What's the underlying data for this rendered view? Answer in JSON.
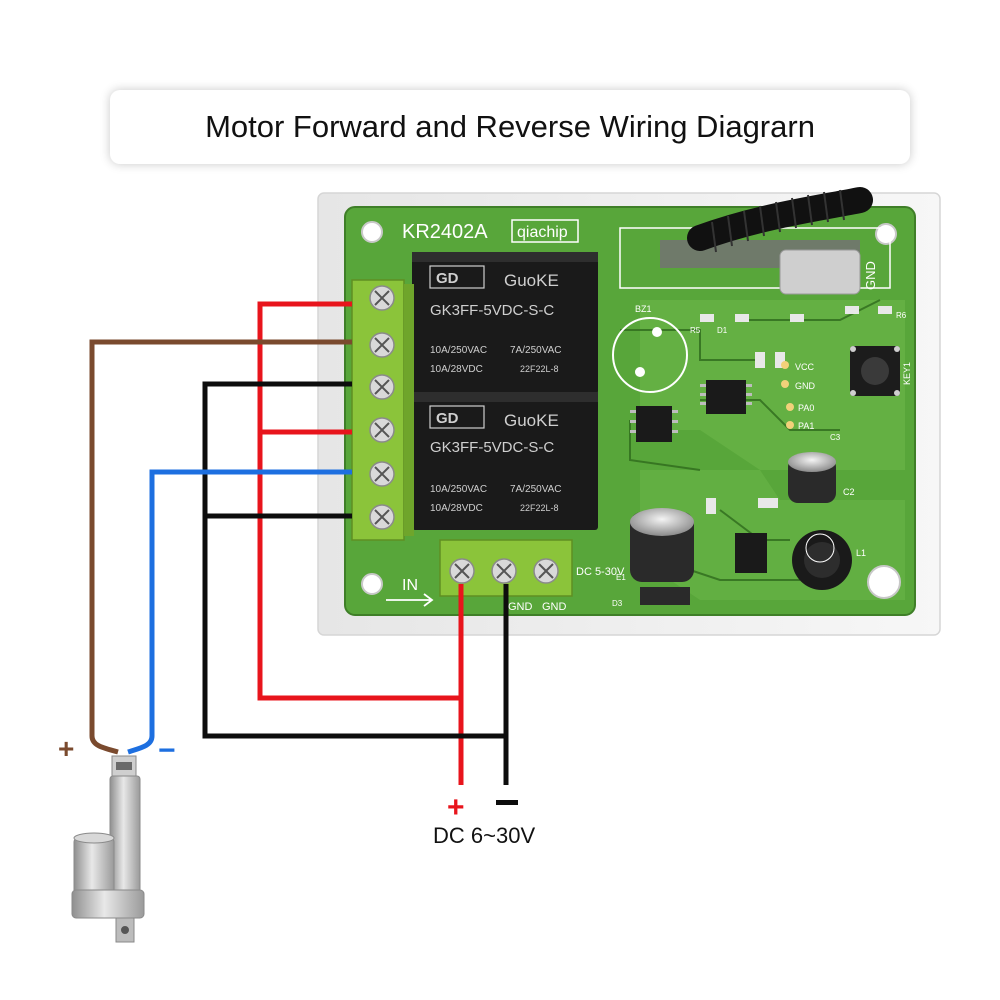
{
  "title": "Motor Forward and Reverse Wiring Diagrarn",
  "board": {
    "model": "KR2402A",
    "brand": "qiachip",
    "relays": [
      {
        "brand": "GuoKE",
        "part": "GK3FF-5VDC-S-C",
        "rating1": "10A/250VAC",
        "rating2": "7A/250VAC",
        "rating3": "10A/28VDC",
        "code": "22F22L-8"
      },
      {
        "brand": "GuoKE",
        "part": "GK3FF-5VDC-S-C",
        "rating1": "10A/250VAC",
        "rating2": "7A/250VAC",
        "rating3": "10A/28VDC",
        "code": "22F22L-8"
      }
    ],
    "silkscreen": {
      "in": "IN",
      "power": "DC 5-30V",
      "gnd1": "GND",
      "gnd2": "GND",
      "gnd_pin": "GND",
      "vcc": "VCC",
      "gnd_mid": "GND",
      "pa0": "PA0",
      "pa1": "PA1",
      "bz1": "BZ1",
      "key1": "KEY1",
      "l1": "L1",
      "d1": "D1",
      "d3": "D3",
      "r5": "R5",
      "r6": "R6",
      "c2": "C2",
      "c3": "C3",
      "e1": "E1"
    }
  },
  "motor": {
    "plus": "+",
    "minus": "−"
  },
  "power_supply": {
    "plus": "+",
    "minus": "−",
    "label": "DC 6~30V"
  },
  "colors": {
    "red_wire": "#e8141c",
    "black_wire": "#0d0d0d",
    "brown_wire": "#7a4a2e",
    "blue_wire": "#1d6fe0",
    "pcb_green": "#5aa83c",
    "terminal_green": "#8bc43a"
  }
}
